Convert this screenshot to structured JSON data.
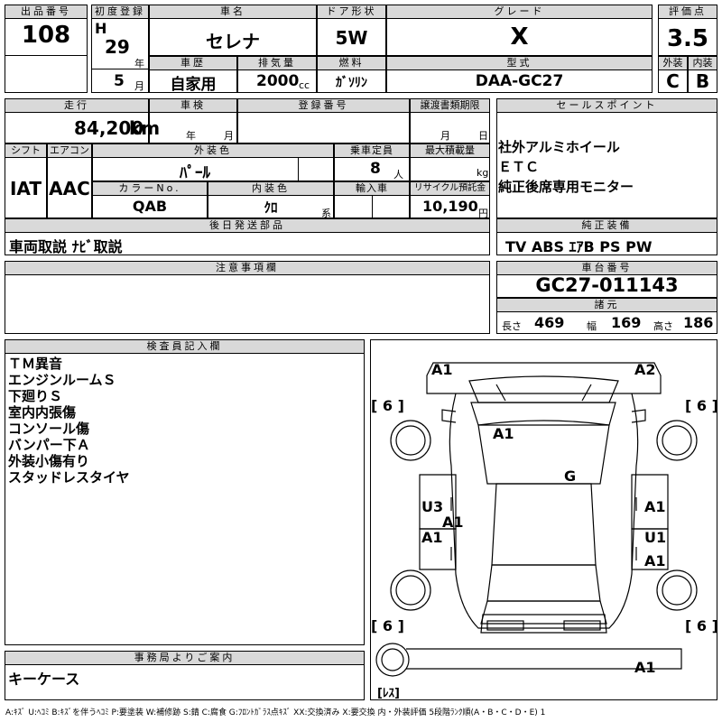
{
  "header": {
    "lot_no_label": "出品番号",
    "lot_no": "108",
    "first_reg_label": "初度登録",
    "era": "H",
    "year": "29",
    "year_unit": "年",
    "month": "5",
    "month_unit": "月",
    "car_name_label": "車名",
    "car_name": "セレナ",
    "history_label": "車歴",
    "history": "自家用",
    "displacement_label": "排気量",
    "displacement": "2000",
    "displacement_unit": "cc",
    "door_label": "ドア形状",
    "door": "5W",
    "fuel_label": "燃料",
    "fuel": "ｶﾞｿﾘﾝ",
    "grade_label": "グレード",
    "grade": "X",
    "model_label": "型式",
    "model": "DAA-GC27",
    "score_label": "評価点",
    "score": "3.5",
    "ext_label": "外装",
    "ext": "C",
    "int_label": "内装",
    "int": "B"
  },
  "row2": {
    "mileage_label": "走行",
    "mileage": "84,200",
    "mileage_unit": "km",
    "inspection_label": "車検",
    "insp_year_unit": "年",
    "insp_month_unit": "月",
    "reg_no_label": "登録番号",
    "transfer_label": "譲渡書類期限",
    "transfer_month_unit": "月",
    "transfer_day_unit": "日",
    "shift_label": "シフト",
    "shift": "IAT",
    "ac_label": "エアコン",
    "ac": "AAC",
    "ext_color_label": "外装色",
    "ext_color": "ﾊﾟｰﾙ",
    "capacity_label": "乗車定員",
    "capacity": "8",
    "capacity_unit": "人",
    "max_load_label": "最大積載量",
    "max_load_unit": "kg",
    "color_no_label": "カラーNo.",
    "color_no": "QAB",
    "int_color_label": "内装色",
    "int_color": "ｸﾛ",
    "int_color_unit": "系",
    "import_label": "輸入車",
    "recycle_label": "リサイクル預託金",
    "recycle": "10,190",
    "recycle_unit": "円",
    "later_parts_label": "後日発送部品",
    "later_parts": "車両取説 ﾅﾋﾞ取説"
  },
  "sales_points": {
    "label": "セールスポイント",
    "items": [
      "社外アルミホイール",
      "ＥＴＣ",
      "純正後席専用モニター"
    ]
  },
  "equipment": {
    "label": "純正装備",
    "value": "TV ABS ｴｱB PS PW"
  },
  "notes": {
    "label": "注意事項欄"
  },
  "chassis": {
    "label": "車台番号",
    "value": "GC27-011143",
    "dims_label": "諸元",
    "length_label": "長さ",
    "length": "469",
    "width_label": "幅",
    "width": "169",
    "height_label": "高さ",
    "height": "186"
  },
  "inspector": {
    "label": "検査員記入欄",
    "items": [
      "ＴＭ異音",
      "エンジンルームＳ",
      "下廻りＳ",
      "室内内張傷",
      "コンソール傷",
      "バンパー下Ａ",
      "外装小傷有り",
      "スタッドレスタイヤ"
    ]
  },
  "diagram": {
    "marks": [
      "A1",
      "A2",
      "A1",
      "G",
      "U3",
      "A1",
      "A1",
      "A1",
      "U1",
      "A1",
      "A1"
    ],
    "tire_fl": "[ 6 ]",
    "tire_fr": "[ 6 ]",
    "tire_rl": "[ 6 ]",
    "tire_rr": "[ 6 ]",
    "spare": "[ﾚｽ]"
  },
  "office": {
    "label": "事務局よりご案内",
    "value": "キーケース"
  },
  "legend": "A:ｷｽﾞ U:ﾍｺﾐ B:ｷｽﾞを伴うﾍｺﾐ P:要塗装 W:補修跡 S:錆 C:腐食 G:ﾌﾛﾝﾄｶﾞﾗｽ点ｷｽﾞ XX:交換済み X:要交換 内・外装評価 5段階ﾗﾝｸ順(A・B・C・D・E) 1"
}
